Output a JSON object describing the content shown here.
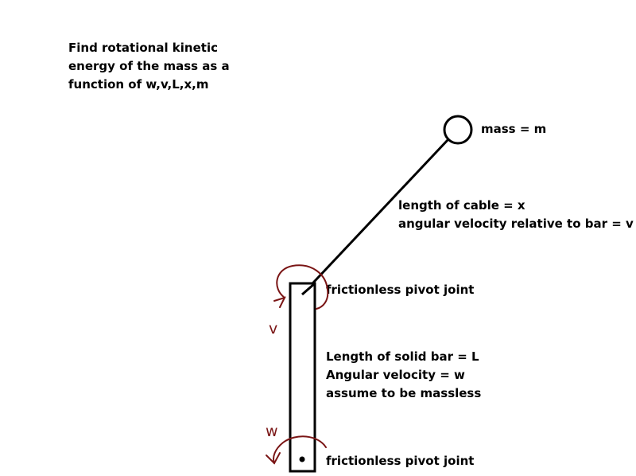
{
  "problem": {
    "lines": [
      "Find rotational kinetic",
      "energy of the mass as a",
      "function of w,v,L,x,m"
    ]
  },
  "mass": {
    "label": "mass = m"
  },
  "cable": {
    "length_label": "length of cable = x",
    "velocity_label": "angular velocity relative to bar = v"
  },
  "top_joint": {
    "label": "frictionless pivot joint"
  },
  "bar": {
    "length_label": "Length of solid bar = L",
    "velocity_label": "Angular velocity = w",
    "mass_note": "assume to be massless"
  },
  "bottom_joint": {
    "label": "frictionless pivot joint"
  },
  "annotations": {
    "v_symbol": "v",
    "w_symbol": "w"
  },
  "colors": {
    "ink": "#000000",
    "annotation": "#7a1515"
  }
}
